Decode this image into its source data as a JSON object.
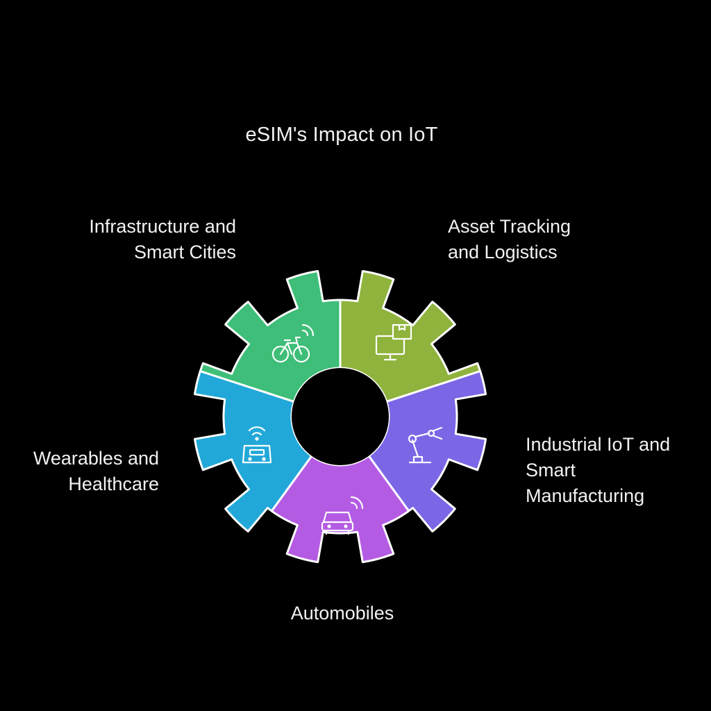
{
  "title": "eSIM's Impact on IoT",
  "background": "#000000",
  "segments": [
    {
      "lines": [
        "Asset Tracking",
        "and Logistics"
      ],
      "color": "#8fb33c",
      "icon": "monitor-package-icon"
    },
    {
      "lines": [
        "Industrial IoT and",
        "Smart",
        "Manufacturing"
      ],
      "color": "#7b66e6",
      "icon": "robotic-arm-icon"
    },
    {
      "lines": [
        "Automobiles"
      ],
      "color": "#b45be3",
      "icon": "connected-car-icon"
    },
    {
      "lines": [
        "Wearables and",
        "Healthcare"
      ],
      "color": "#22a8d8",
      "icon": "wireless-scale-icon"
    },
    {
      "lines": [
        "Infrastructure and",
        "Smart Cities"
      ],
      "color": "#3ebe78",
      "icon": "connected-bicycle-icon"
    }
  ]
}
